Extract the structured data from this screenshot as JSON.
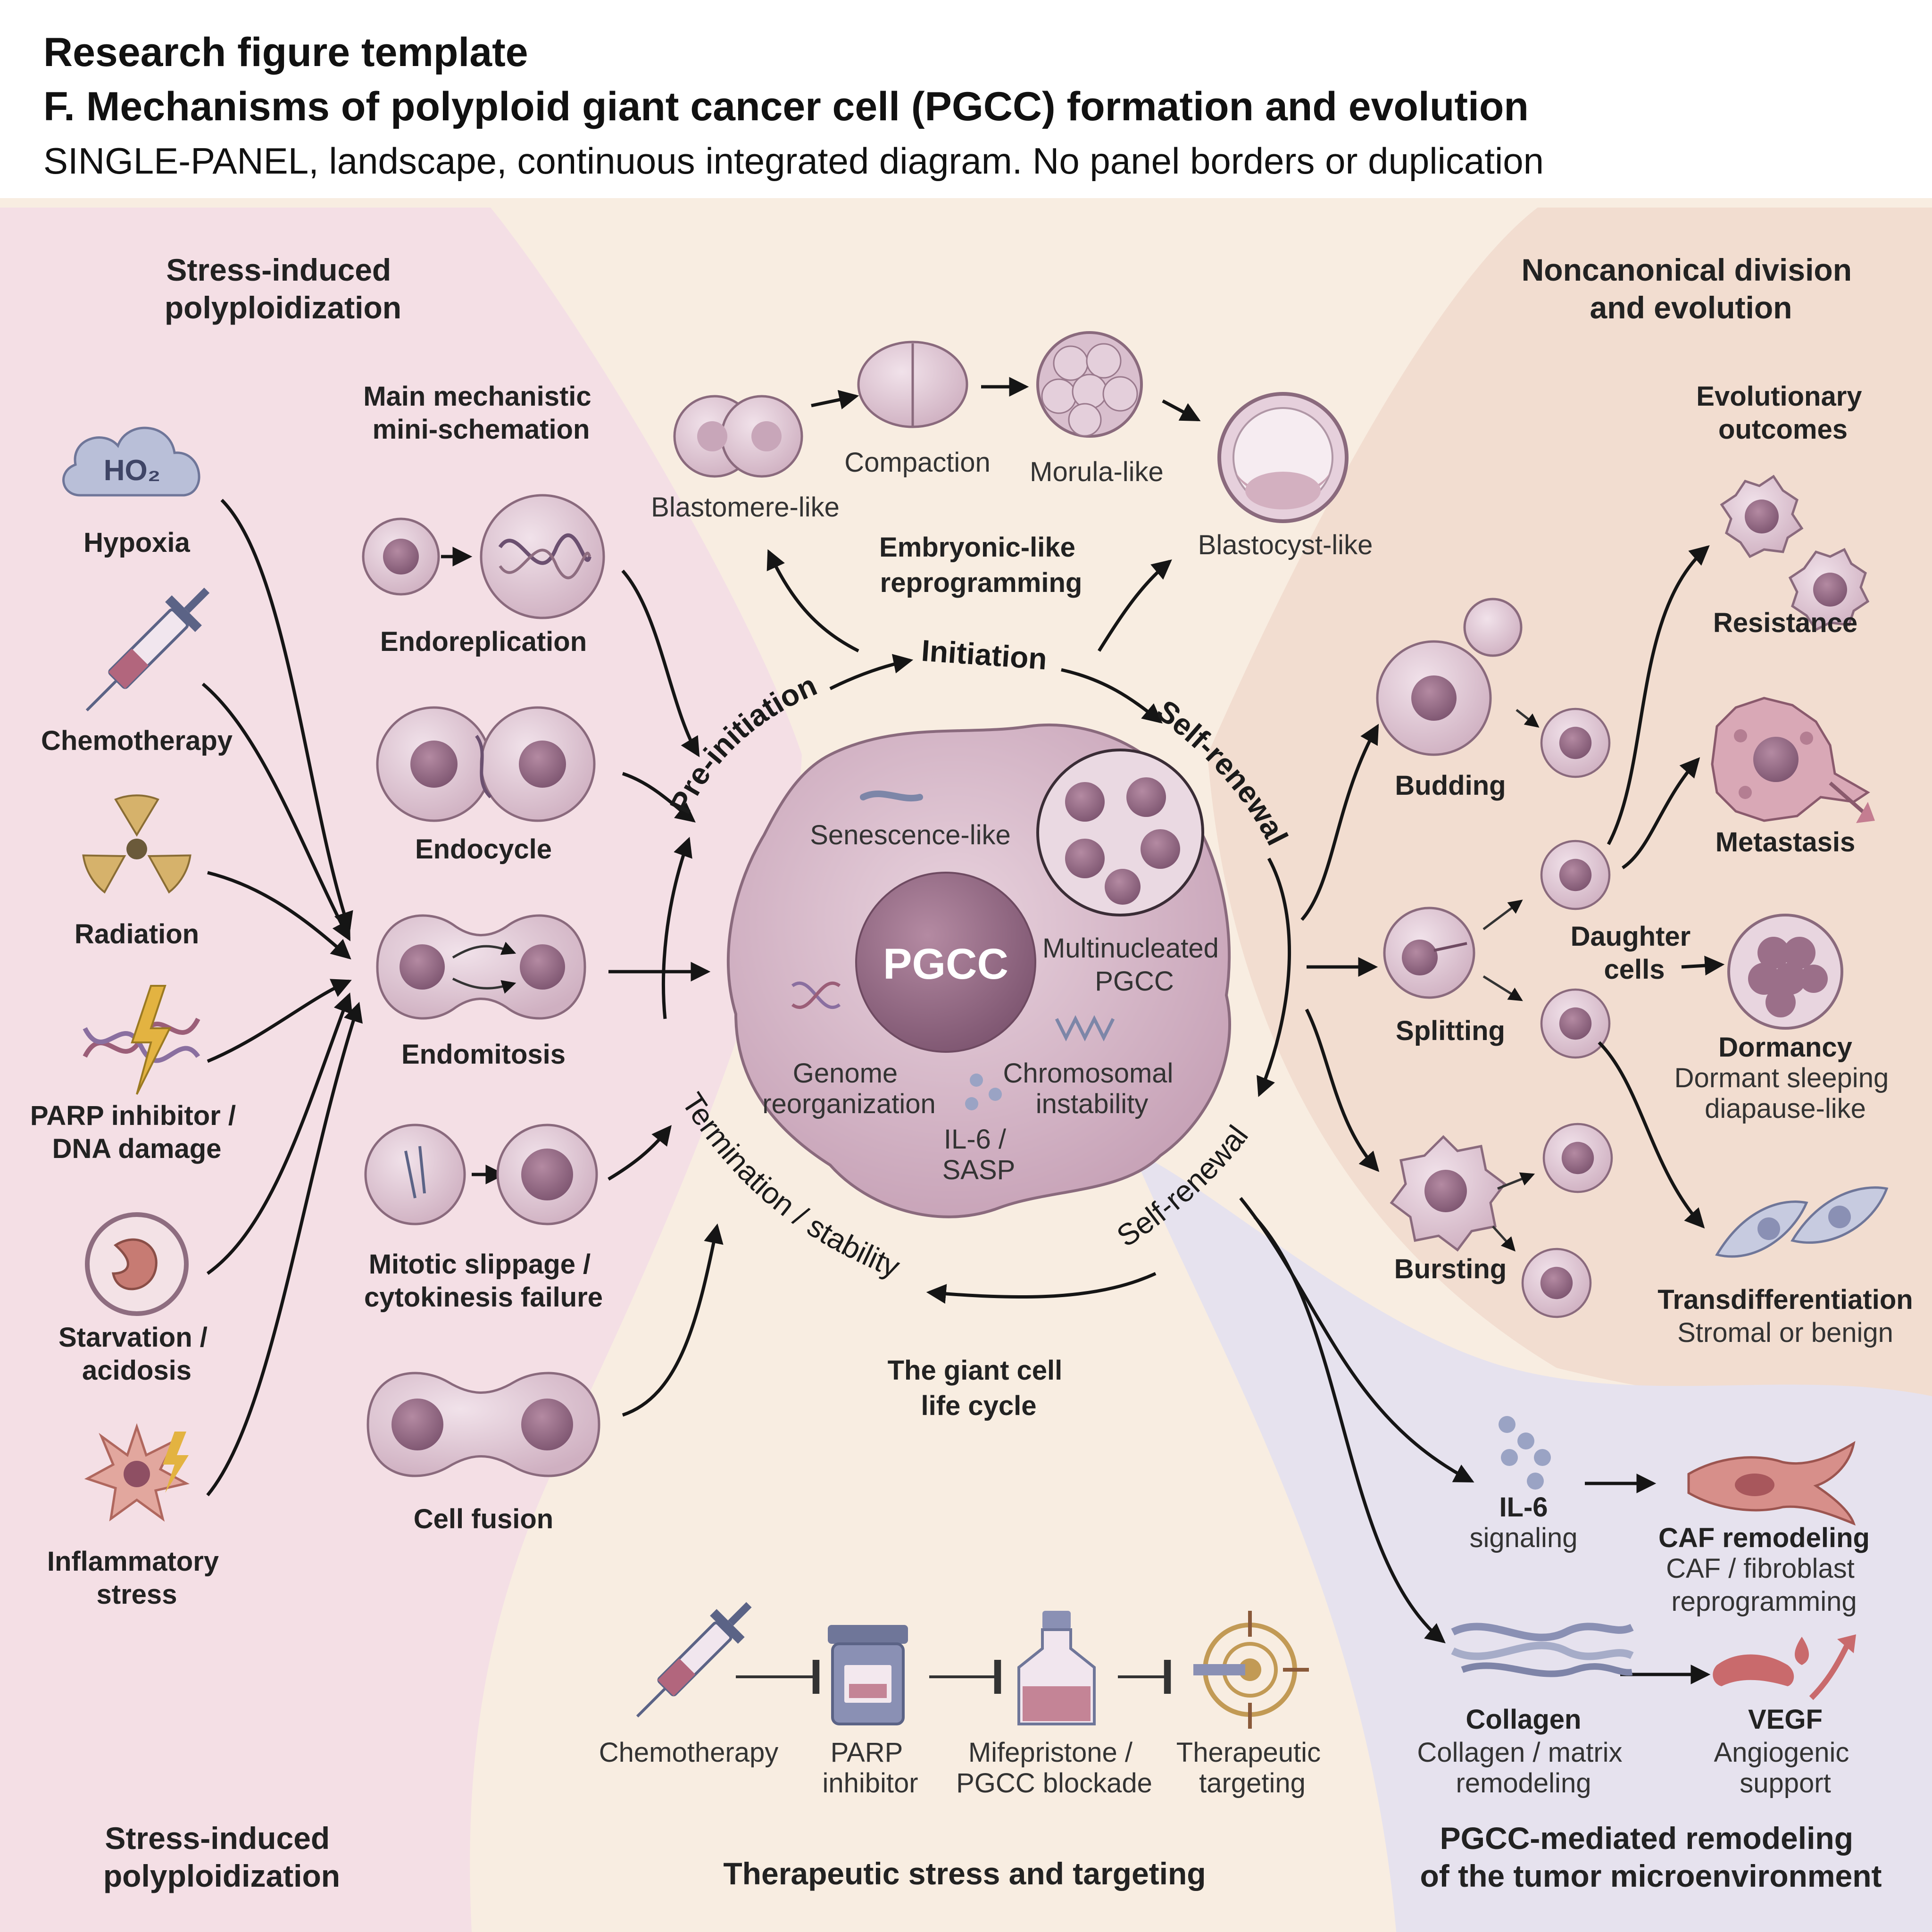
{
  "header": {
    "title": "Research figure template",
    "subtitle": "F. Mechanisms of polyploid giant cancer cell (PGCC) formation and evolution",
    "note": "SINGLE-PANEL, landscape, continuous integrated diagram. No panel borders or duplication"
  },
  "left": {
    "section_title": [
      "Stress-induced",
      "polyploidization"
    ],
    "mini_title": [
      "Main mechanistic",
      "mini-schemation"
    ],
    "stressors": [
      {
        "icon": "cloud-icon",
        "icon_text": "HO₂",
        "label": [
          "Hypoxia"
        ]
      },
      {
        "icon": "syringe-icon",
        "label": [
          "Chemotherapy"
        ]
      },
      {
        "icon": "radiation-icon",
        "label": [
          "Radiation"
        ]
      },
      {
        "icon": "dna-lightning-icon",
        "label": [
          "PARP inhibitor /",
          "DNA damage"
        ]
      },
      {
        "icon": "starvation-icon",
        "label": [
          "Starvation /",
          "acidosis"
        ]
      },
      {
        "icon": "inflammation-icon",
        "label": [
          "Inflammatory",
          "stress"
        ]
      }
    ],
    "mechanisms": [
      {
        "label": [
          "Endoreplication"
        ]
      },
      {
        "label": [
          "Endocycle"
        ]
      },
      {
        "label": [
          "Endomitosis"
        ]
      },
      {
        "label": [
          "Mitotic slippage /",
          "cytokinesis failure"
        ]
      },
      {
        "label": [
          "Cell fusion"
        ]
      }
    ],
    "bottom_title": [
      "Stress-induced",
      "polyploidization"
    ]
  },
  "top": {
    "stages": [
      "Blastomere-like",
      "Compaction",
      "Morula-like",
      "Blastocyst-like"
    ],
    "title": [
      "Embryonic-like",
      "reprogramming"
    ]
  },
  "center": {
    "ring": {
      "pre_initiation": "Pre-initiation",
      "initiation": "Initiation",
      "self_renewal_top": "Self-renewal",
      "self_renewal_bottom": "Self-renewal",
      "termination": "Termination / stability"
    },
    "cell": {
      "main": "PGCC",
      "senescence": "Senescence-like",
      "multinucleated": [
        "Multinucleated",
        "PGCC"
      ],
      "genome": [
        "Genome",
        "reorganization"
      ],
      "chromosomal": [
        "Chromosomal",
        "instability"
      ],
      "il6": [
        "IL-6 /",
        "SASP"
      ]
    },
    "life_cycle": [
      "The giant cell",
      "life cycle"
    ]
  },
  "right": {
    "section_title": [
      "Noncanonical division",
      "and evolution"
    ],
    "outcomes_title": [
      "Evolutionary",
      "outcomes"
    ],
    "divisions": [
      "Budding",
      "Splitting",
      "Bursting"
    ],
    "daughter": [
      "Daughter",
      "cells"
    ],
    "outcomes": [
      {
        "title": "Resistance",
        "desc": []
      },
      {
        "title": "Metastasis",
        "desc": []
      },
      {
        "title": "Dormancy",
        "desc": [
          "Dormant sleeping",
          "diapause-like"
        ]
      },
      {
        "title": "Transdifferentiation",
        "desc": [
          "Stromal or benign"
        ]
      }
    ]
  },
  "tme": {
    "il6": {
      "title": "IL-6",
      "desc": [
        "signaling"
      ]
    },
    "caf": {
      "title": "CAF remodeling",
      "desc": [
        "CAF / fibroblast",
        "reprogramming"
      ]
    },
    "collagen": {
      "title": "Collagen",
      "desc": [
        "Collagen / matrix",
        "remodeling"
      ]
    },
    "vegf": {
      "title": "VEGF",
      "desc": [
        "Angiogenic",
        "support"
      ]
    },
    "bottom_title": [
      "PGCC-mediated remodeling",
      "of the tumor microenvironment"
    ]
  },
  "therapy": {
    "items": [
      {
        "icon": "syringe-icon",
        "label": [
          "Chemotherapy"
        ]
      },
      {
        "icon": "pill-bottle-icon",
        "label": [
          "PARP",
          "inhibitor"
        ]
      },
      {
        "icon": "vial-icon",
        "label": [
          "Mifepristone /",
          "PGCC blockade"
        ]
      },
      {
        "icon": "target-icon",
        "label": [
          "Therapeutic",
          "targeting"
        ]
      }
    ],
    "title": "Therapeutic stress and targeting"
  },
  "colors": {
    "cell_fill": "#dcc3d0",
    "cell_stroke": "#8a6a7d",
    "nucleus": "#9b6f89",
    "left_panel": "#f4e0e6",
    "center_bg": "#f8ede0",
    "right_panel": "#f1ddd0",
    "tme_panel": "#e7e3ee"
  }
}
